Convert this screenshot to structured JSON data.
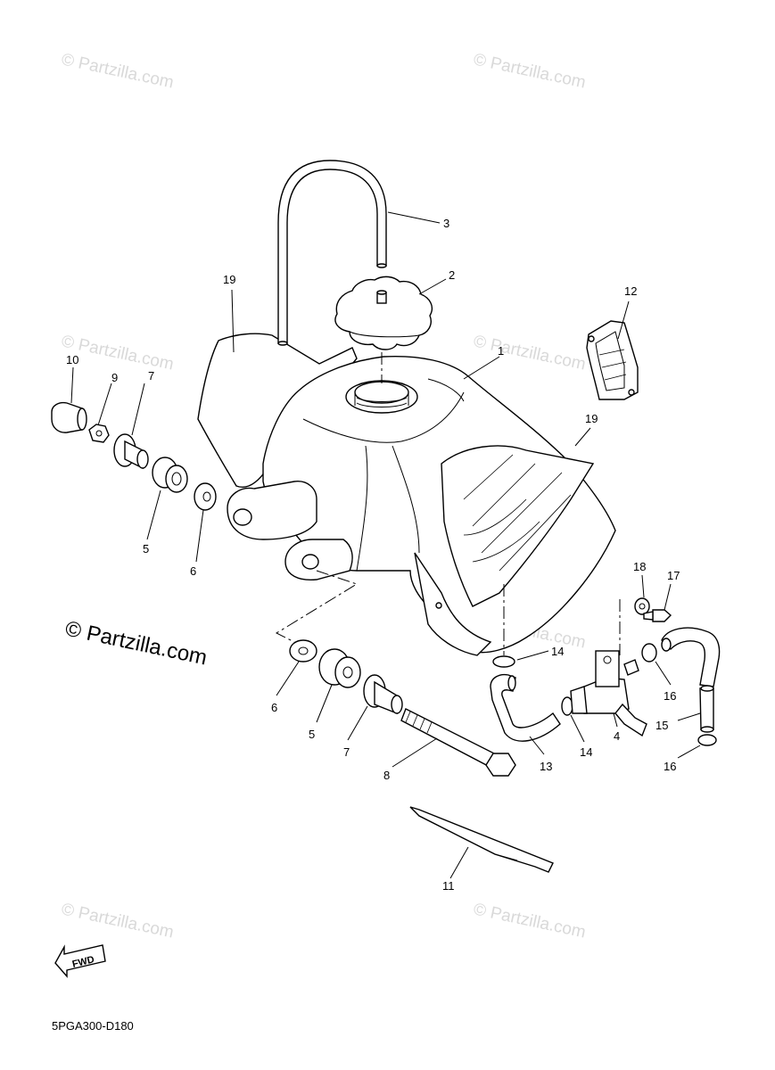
{
  "watermarks": {
    "small": "© Partzilla.com",
    "large": "© Partzilla.com"
  },
  "diagram_code": "5PGA300-D180",
  "fwd_label": "FWD",
  "callouts": {
    "c1": "1",
    "c2": "2",
    "c3": "3",
    "c4": "4",
    "c5a": "5",
    "c5b": "5",
    "c6a": "6",
    "c6b": "6",
    "c7a": "7",
    "c7b": "7",
    "c8": "8",
    "c9": "9",
    "c10": "10",
    "c11": "11",
    "c12": "12",
    "c13": "13",
    "c14a": "14",
    "c14b": "14",
    "c15": "15",
    "c16a": "16",
    "c16b": "16",
    "c17": "17",
    "c18": "18",
    "c19a": "19",
    "c19b": "19"
  },
  "colors": {
    "line": "#000000",
    "watermark": "#d9d9d9",
    "background": "#ffffff"
  }
}
